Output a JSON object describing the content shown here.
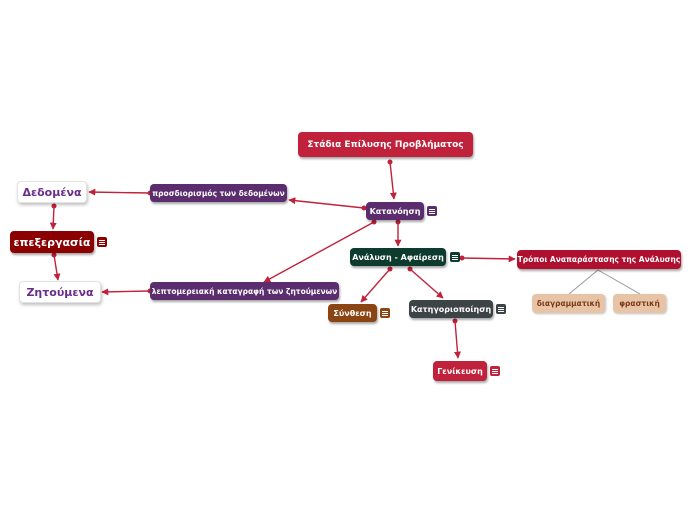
{
  "colors": {
    "link": "#c0223b",
    "light_link": "#9a9a9a",
    "title_bg": "#c0223b",
    "katanoisi_bg": "#5b2d6e",
    "analysi_bg": "#0d3b2e",
    "synthesi_bg": "#8b4513",
    "kategoriopoiisi_bg": "#3d4446",
    "genikeusi_bg": "#c0223b",
    "tropoi_bg": "#b01030",
    "sub_bg": "#e8c4a6",
    "sub_fg": "#7a3a1a",
    "purple_node_bg": "#5b2d6e",
    "epexergasia_bg": "#8b0000",
    "light_text": "#6a2c8c"
  },
  "nodes": {
    "title": "Στάδια Επίλυσης Προβλήματος",
    "katanoisi": "Κατανόηση",
    "analysi": "Ανάλυση - Αφαίρεση",
    "synthesi": "Σύνθεση",
    "kategoriopoiisi": "Κατηγοριοποίηση",
    "genikeusi": "Γενίκευση",
    "tropoi": "Τρόποι Αναπαράστασης της Ανάλυσης",
    "diagrammatiki": "διαγραμματική",
    "frastiki": "φραστική",
    "prosdiorismos": "προσδιορισμός των δεδομένων",
    "leptomereiaki": "λεπτομερειακή καταγραφή των ζητούμενων",
    "dedomena": "Δεδομένα",
    "epexergasia": "επεξεργασία",
    "zitoumena": "Ζητούμενα"
  },
  "icons": [
    "note-icon"
  ]
}
